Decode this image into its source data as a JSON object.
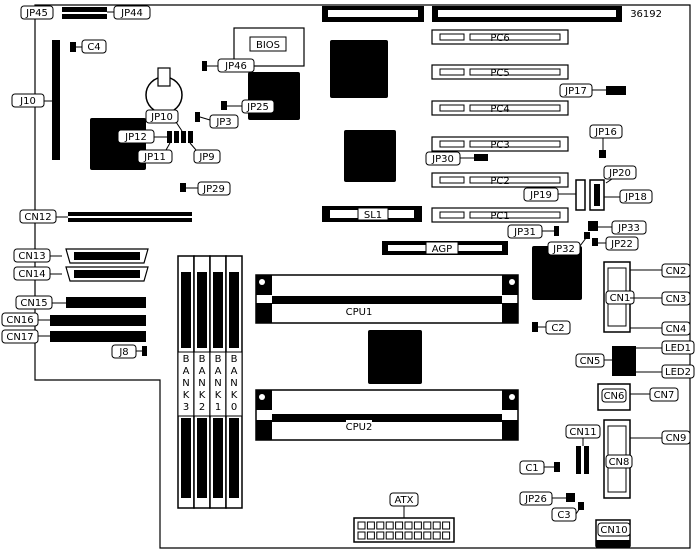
{
  "diagram": {
    "figure_number": "36192",
    "slots": {
      "pci": [
        "PC6",
        "PC5",
        "PC4",
        "PC3",
        "PC2",
        "PC1"
      ],
      "isa_slot": "SL1",
      "agp": "AGP",
      "cpu": [
        "CPU1",
        "CPU2"
      ]
    },
    "memory_banks": [
      {
        "letters": [
          "B",
          "A",
          "N",
          "K",
          "3"
        ]
      },
      {
        "letters": [
          "B",
          "A",
          "N",
          "K",
          "2"
        ]
      },
      {
        "letters": [
          "B",
          "A",
          "N",
          "K",
          "1"
        ]
      },
      {
        "letters": [
          "B",
          "A",
          "N",
          "K",
          "0"
        ]
      }
    ],
    "labels": {
      "bios": "BIOS",
      "atx": "ATX",
      "jp45": "JP45",
      "jp44": "JP44",
      "c4": "C4",
      "j10": "J10",
      "jp46": "JP46",
      "jp25": "JP25",
      "jp10": "JP10",
      "jp3": "JP3",
      "jp12": "JP12",
      "jp11": "JP11",
      "jp9": "JP9",
      "jp29": "JP29",
      "cn12": "CN12",
      "cn13": "CN13",
      "cn14": "CN14",
      "cn15": "CN15",
      "cn16": "CN16",
      "cn17": "CN17",
      "j8": "J8",
      "jp17": "JP17",
      "jp16": "JP16",
      "jp30": "JP30",
      "jp20": "JP20",
      "jp19": "JP19",
      "jp18": "JP18",
      "jp31": "JP31",
      "jp33": "JP33",
      "jp32": "JP32",
      "jp22": "JP22",
      "cn2": "CN2",
      "cn1": "CN1",
      "cn3": "CN3",
      "cn4": "CN4",
      "c2": "C2",
      "cn5": "CN5",
      "led1": "LED1",
      "led2": "LED2",
      "cn6": "CN6",
      "cn7": "CN7",
      "cn11": "CN11",
      "cn9": "CN9",
      "c1": "C1",
      "cn8": "CN8",
      "jp26": "JP26",
      "c3": "C3",
      "cn10": "CN10"
    }
  }
}
